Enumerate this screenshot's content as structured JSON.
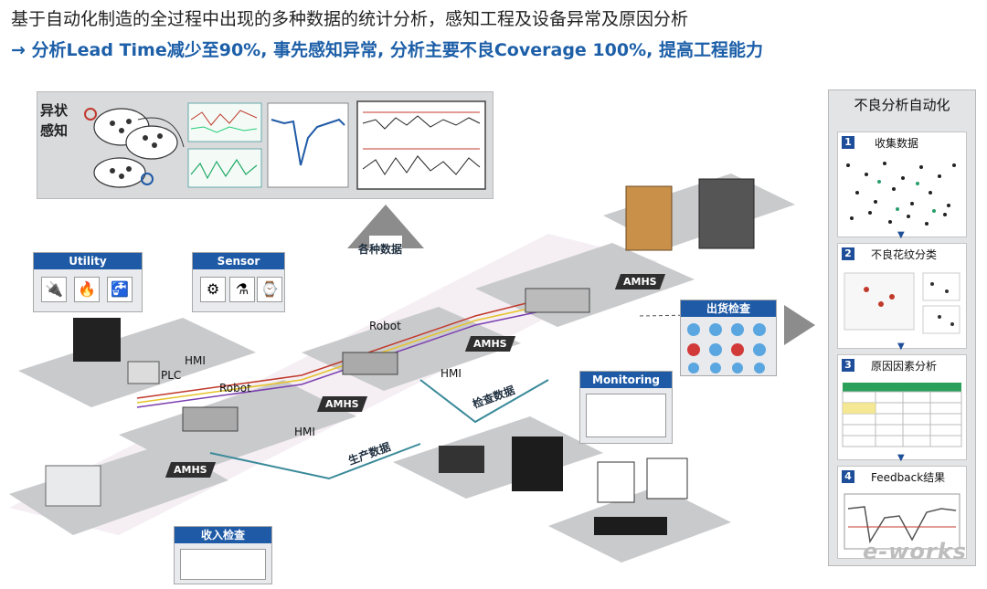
{
  "header": {
    "title": "基于自动化制造的全过程中出现的多种数据的统计分析，感知工程及设备异常及原因分析",
    "subtitle": "→ 分析Lead Time减少至90%, 事先感知异常, 分析主要不良Coverage 100%, 提高工程能力"
  },
  "anomaly": {
    "label": "异状感知"
  },
  "flow": {
    "top_label": "各种数据",
    "production": "生产数据",
    "inspection": "检查数据"
  },
  "boxes": {
    "utility": "Utility",
    "sensor": "Sensor",
    "monitoring": "Monitoring",
    "receiving": "收入检查",
    "shipping": "出货检查"
  },
  "labels": {
    "hmi": "HMI",
    "plc": "PLC",
    "robot": "Robot",
    "amhs": "AMHS"
  },
  "right_panel": {
    "title": "不良分析自动化",
    "steps": [
      {
        "num": "1",
        "label": "收集数据"
      },
      {
        "num": "2",
        "label": "不良花纹分类"
      },
      {
        "num": "3",
        "label": "原因因素分析"
      },
      {
        "num": "4",
        "label": "Feedback结果"
      }
    ]
  },
  "colors": {
    "accent": "#1f5aa6",
    "subtitle": "#1d5fa8",
    "floor": "#c7c8ca"
  },
  "watermark": "e-works"
}
